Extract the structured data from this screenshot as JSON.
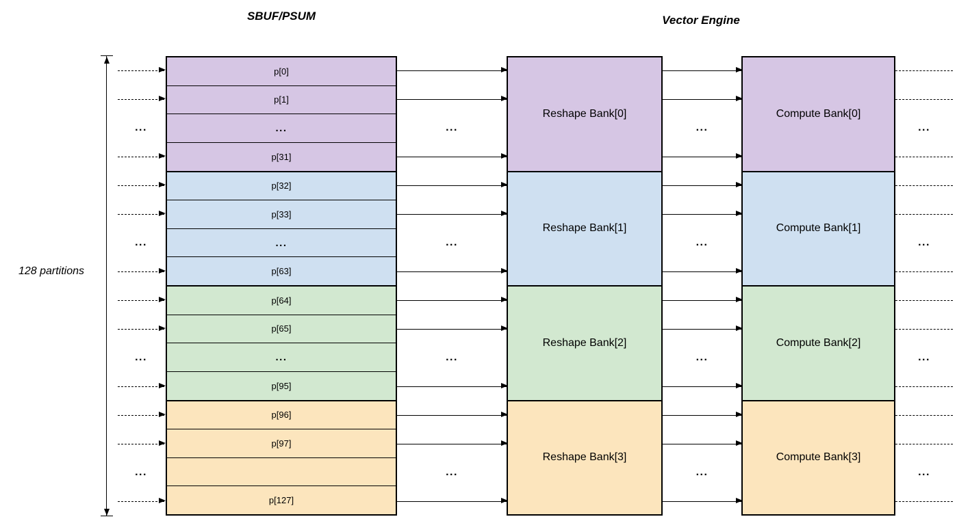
{
  "titles": {
    "left": "SBUF/PSUM",
    "right": "Vector Engine"
  },
  "side_label": "128 partitions",
  "ellipsis": "...",
  "colors": {
    "purple": "#d6c6e4",
    "blue": "#cfe0f1",
    "green": "#d2e8d0",
    "orange": "#fce5bd"
  },
  "groups": [
    {
      "color": "purple",
      "reshape_label": "Reshape Bank[0]",
      "compute_label": "Compute Bank[0]",
      "rows": [
        {
          "text": "p[0]",
          "kind": "label"
        },
        {
          "text": "p[1]",
          "kind": "label"
        },
        {
          "text": "...",
          "kind": "ellipsis"
        },
        {
          "text": "p[31]",
          "kind": "label"
        }
      ]
    },
    {
      "color": "blue",
      "reshape_label": "Reshape Bank[1]",
      "compute_label": "Compute Bank[1]",
      "rows": [
        {
          "text": "p[32]",
          "kind": "label"
        },
        {
          "text": "p[33]",
          "kind": "label"
        },
        {
          "text": "...",
          "kind": "ellipsis"
        },
        {
          "text": "p[63]",
          "kind": "label"
        }
      ]
    },
    {
      "color": "green",
      "reshape_label": "Reshape Bank[2]",
      "compute_label": "Compute Bank[2]",
      "rows": [
        {
          "text": "p[64]",
          "kind": "label"
        },
        {
          "text": "p[65]",
          "kind": "label"
        },
        {
          "text": "...",
          "kind": "ellipsis"
        },
        {
          "text": "p[95]",
          "kind": "label"
        }
      ]
    },
    {
      "color": "orange",
      "reshape_label": "Reshape Bank[3]",
      "compute_label": "Compute Bank[3]",
      "rows": [
        {
          "text": "p[96]",
          "kind": "label"
        },
        {
          "text": "p[97]",
          "kind": "label"
        },
        {
          "text": "",
          "kind": "ellipsis"
        },
        {
          "text": "p[127]",
          "kind": "label"
        }
      ]
    }
  ]
}
